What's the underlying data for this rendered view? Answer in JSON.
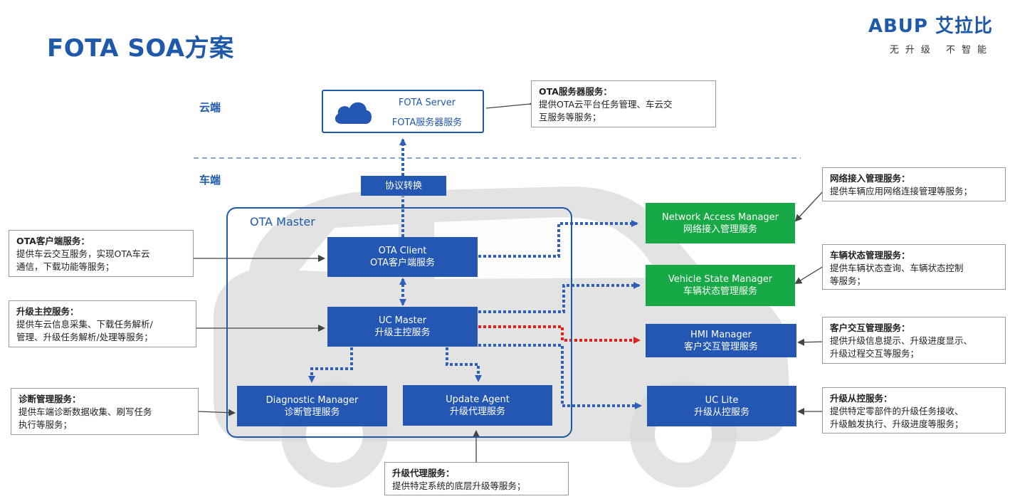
{
  "title": "FOTA SOA方案",
  "logo": {
    "brand": "ABUP 艾拉比",
    "tagline": "无升级 不智能"
  },
  "zones": {
    "cloud": "云端",
    "vehicle": "车端"
  },
  "fota_server": {
    "name": "FOTA Server",
    "desc": "FOTA服务器服务"
  },
  "protocol": "协议转换",
  "ota_master": "OTA Master",
  "modules": {
    "ota_client": {
      "name": "OTA Client",
      "desc": "OTA客户端服务"
    },
    "uc_master": {
      "name": "UC Master",
      "desc": "升级主控服务"
    },
    "diagnostic": {
      "name": "Diagnostic Manager",
      "desc": "诊断管理服务"
    },
    "update_agent": {
      "name": "Update Agent",
      "desc": "升级代理服务"
    },
    "network": {
      "name": "Network Access Manager",
      "desc": "网络接入管理服务"
    },
    "vehicle_state": {
      "name": "Vehicle State Manager",
      "desc": "车辆状态管理服务"
    },
    "hmi": {
      "name": "HMI Manager",
      "desc": "客户交互管理服务"
    },
    "uc_lite": {
      "name": "UC Lite",
      "desc": "升级从控服务"
    }
  },
  "notes": {
    "server": {
      "title": "OTA服务器服务：",
      "l1": "提供OTA云平台任务管理、车云交",
      "l2": "互服务等服务；"
    },
    "network": {
      "title": "网络接入管理服务：",
      "l1": "提供车辆应用网络连接管理等服务；"
    },
    "vehicle_state": {
      "title": "车辆状态管理服务：",
      "l1": "提供车辆状态查询、车辆状态控制",
      "l2": "等服务；"
    },
    "hmi": {
      "title": "客户交互管理服务：",
      "l1": "提供升级信息提示、升级进度显示、",
      "l2": "升级过程交互等服务；"
    },
    "uc_lite": {
      "title": "升级从控服务：",
      "l1": "提供特定零部件的升级任务接收、",
      "l2": "升级触发执行、升级进度等服务；"
    },
    "ota_client": {
      "title": "OTA客户端服务：",
      "l1": "提供车云交互服务，实现OTA车云",
      "l2": "通信，下载功能等服务；"
    },
    "uc_master": {
      "title": "升级主控服务：",
      "l1": "提供车云信息采集、下载任务解析/",
      "l2": "管理、升级任务解析/处理等服务；"
    },
    "diagnostic": {
      "title": "诊断管理服务：",
      "l1": "提供车端诊断数据收集、刷写任务",
      "l2": "执行等服务；"
    },
    "update_agent": {
      "title": "升级代理服务：",
      "l1": "提供特定系统的底层升级等服务；"
    }
  },
  "colors": {
    "blue": "#2457b3",
    "green": "#16a945",
    "red": "#e0201c",
    "dotted_blue": "#2f5fba"
  },
  "icons": [
    "cloud-icon",
    "car-silhouette-icon"
  ]
}
